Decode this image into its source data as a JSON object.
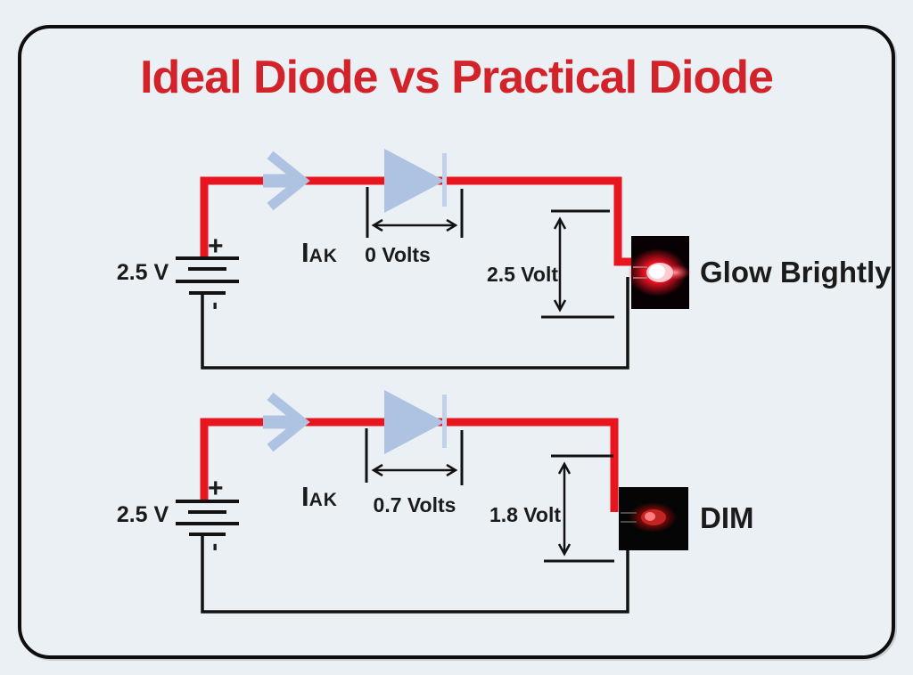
{
  "title": "Ideal Diode vs Practical Diode",
  "colors": {
    "title_red": "#d2232a",
    "wire_red": "#e8141e",
    "component_blue": "#adc3e1",
    "wire_black": "#111111",
    "background": "#ebf0f4"
  },
  "circuits": [
    {
      "id": "ideal",
      "battery_voltage": "2.5 V",
      "plus": "+",
      "minus": "-",
      "current_symbol": "I",
      "current_subscript": "AK",
      "diode_voltage": "0 Volts",
      "led_voltage": "2.5 Volt",
      "led_caption": "Glow Brightly"
    },
    {
      "id": "practical",
      "battery_voltage": "2.5 V",
      "plus": "+",
      "minus": "-",
      "current_symbol": "I",
      "current_subscript": "AK",
      "diode_voltage": "0.7 Volts",
      "led_voltage": "1.8 Volt",
      "led_caption": "DIM"
    }
  ]
}
